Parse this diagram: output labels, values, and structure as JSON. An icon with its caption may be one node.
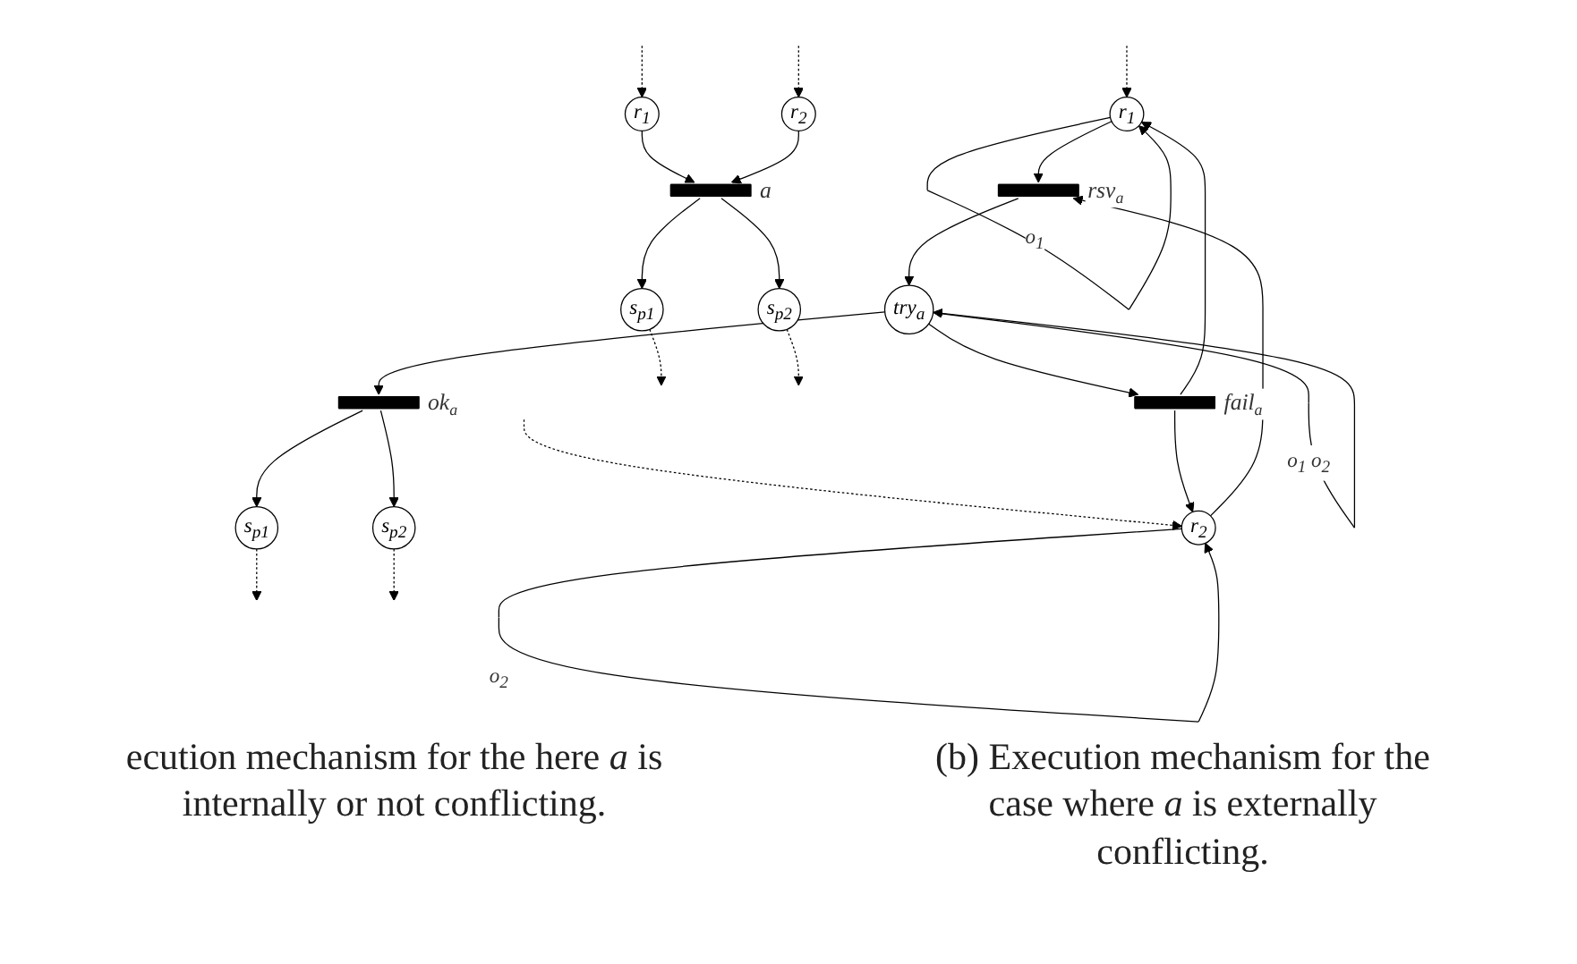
{
  "diagram": {
    "nodes": [
      {
        "text": [
          "r$_{1}$"
        ]
      },
      {
        "text": [
          "r$_{2}$"
        ]
      },
      {
        "text": [],
        "shape": "bar",
        "beside": [
          "a"
        ]
      },
      {
        "text": [
          "s$_{p1}$"
        ]
      },
      {
        "text": [
          "s$_{p2}$"
        ]
      },
      {
        "text": [
          "r$_{1}$"
        ]
      },
      {
        "text": [
          "r$_{2}$"
        ]
      },
      {
        "text": [],
        "shape": "bar",
        "beside": [
          "rsv$_{a}$"
        ]
      },
      {
        "text": [
          "try$_{a}$"
        ]
      },
      {
        "text": [],
        "shape": "bar",
        "beside": [
          "fail$_{a}$"
        ]
      },
      {
        "text": [],
        "shape": "bar",
        "beside": [
          "ok$_{a}$"
        ]
      },
      {
        "text": [
          "s$_{p1}$"
        ]
      },
      {
        "text": [
          "s$_{p2}$"
        ]
      }
    ],
    "edges": [
      {
        "from": null,
        "to": 0,
        "arrow": "to",
        "style": "dashed"
      },
      {
        "from": null,
        "to": 1,
        "arrow": "to",
        "style": "dashed"
      },
      {
        "from": 0,
        "to": 2,
        "arrow": "to"
      },
      {
        "from": 1,
        "to": 2,
        "arrow": "to"
      },
      {
        "from": 2,
        "to": 3,
        "arrow": "to"
      },
      {
        "from": 2,
        "to": 4,
        "arrow": "to"
      },
      {
        "from": 3,
        "to": null,
        "arrow": "to",
        "style": "dashed"
      },
      {
        "from": 4,
        "to": null,
        "arrow": "to",
        "style": "dashed"
      },
      {
        "from": null,
        "to": 5,
        "arrow": "to",
        "style": "dashed"
      },
      {
        "from": null,
        "to": 6,
        "arrow": "to",
        "style": "dashed"
      },
      {
        "from": 5,
        "to": 5,
        "arrow": "to",
        "label": "o$_{1}$"
      },
      {
        "from": 6,
        "to": 6,
        "arrow": "to",
        "label": "o$_{2}$"
      },
      {
        "from": 5,
        "to": 7,
        "arrow": "to"
      },
      {
        "from": 6,
        "to": 7,
        "arrow": "to"
      },
      {
        "from": 7,
        "to": 8,
        "arrow": "to"
      },
      {
        "from": 8,
        "to": 8,
        "arrow": "to",
        "label": "o$_{1}$ o$_{2}$"
      },
      {
        "from": 8,
        "to": 9,
        "arrow": "to"
      },
      {
        "from": 9,
        "to": 5,
        "arrow": "to"
      },
      {
        "from": 9,
        "to": 6,
        "arrow": "to"
      },
      {
        "from": 8,
        "to": 10,
        "arrow": "to"
      },
      {
        "from": 10,
        "to": 11,
        "arrow": "to"
      },
      {
        "from": 10,
        "to": 12,
        "arrow": "to"
      },
      {
        "from": 11,
        "to": null,
        "arrow": "to",
        "style": "dashed"
      },
      {
        "from": 12,
        "to": null,
        "arrow": "to",
        "style": "dashed"
      }
    ],
    "labels": [
      "ecution mechanism for the here *a* is internally or not conflicting.",
      "(b) Execution mechanism for the case where *a* is externally conflicting."
    ]
  }
}
